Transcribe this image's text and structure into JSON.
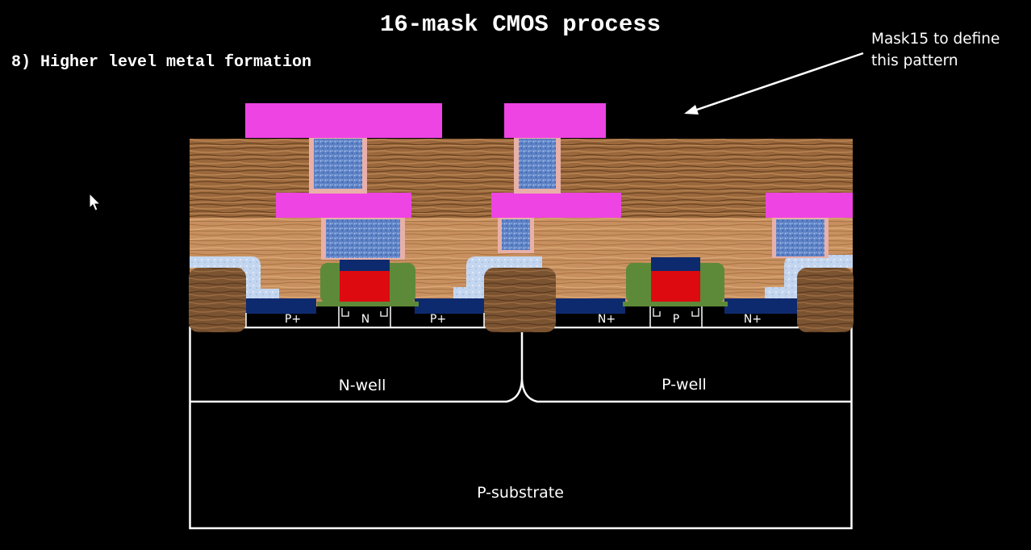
{
  "title": "16-mask CMOS process",
  "step": "8) Higher level metal formation",
  "annotation": "Mask15 to define this pattern",
  "labels": {
    "p_plus_left": "P+",
    "n_channel": "N",
    "p_plus_right": "P+",
    "n_plus_left": "N+",
    "p_channel": "P",
    "n_plus_right": "N+",
    "n_well": "N-well",
    "p_well": "P-well",
    "p_substrate": "P-substrate"
  },
  "colors": {
    "background": "#000000",
    "metal": "#ee44e4",
    "oxide_upper": "#9c6a3e",
    "oxide_lower": "#c89260",
    "field_oxide": "#7a5331",
    "diffusion": "#0e2a6e",
    "gate": "#dd0a10",
    "spacer": "#5d8a38",
    "via": "#6a8fd0",
    "liner": "#e8b0a8",
    "contact_metal": "#bcd0ec"
  }
}
